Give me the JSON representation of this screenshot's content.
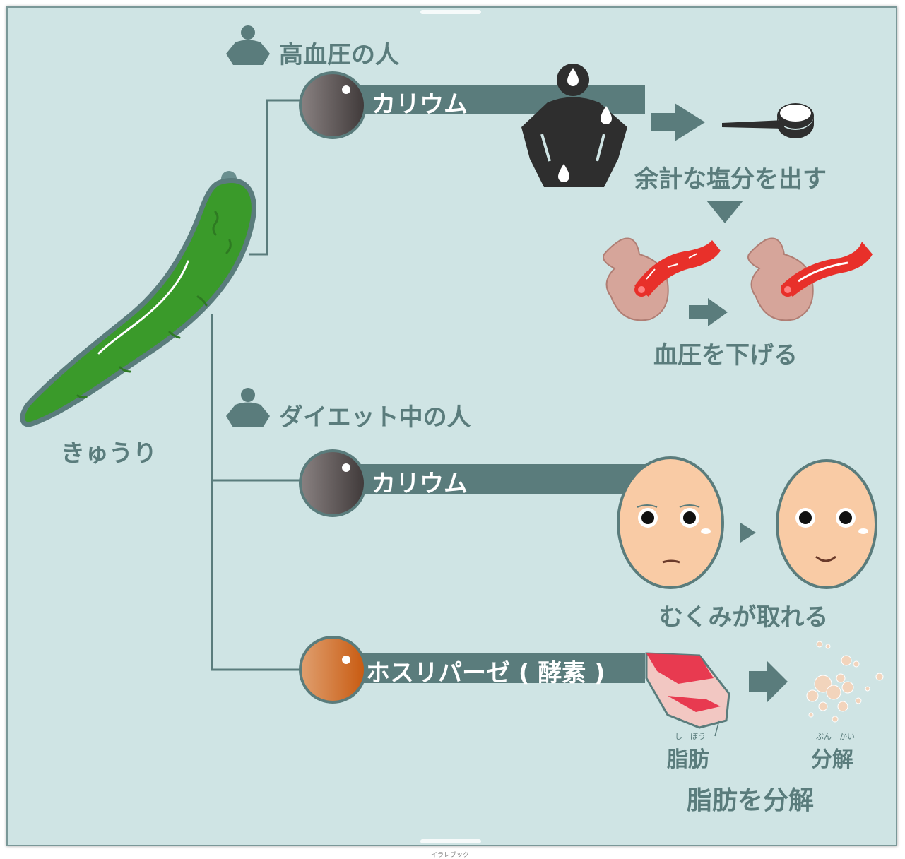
{
  "cucumber": {
    "label": "きゅうり"
  },
  "high_bp": {
    "group_label": "高血圧の人",
    "nutrient": "カリウム",
    "step1": "余計な塩分を出す",
    "step2": "血圧を下げる"
  },
  "diet": {
    "group_label": "ダイエット中の人",
    "nutrient1": "カリウム",
    "effect1": "むくみが取れる",
    "nutrient2": "ホスリパーゼ ( 酵素 )",
    "fat_label": "脂肪",
    "fat_reading": "し　ぼう",
    "decompose_label": "分解",
    "decompose_reading": "ぶん　かい",
    "effect2": "脂肪を分解"
  },
  "credit": "イラレブック",
  "colors": {
    "background": "#cfe4e4",
    "slate": "#5a7c7c",
    "cucumber_green": "#3a9a2a",
    "potassium_ball": "#6a6262",
    "enzyme_ball": "#d4701e",
    "vessel_red": "#e8302a",
    "skin": "#f9cba5"
  }
}
